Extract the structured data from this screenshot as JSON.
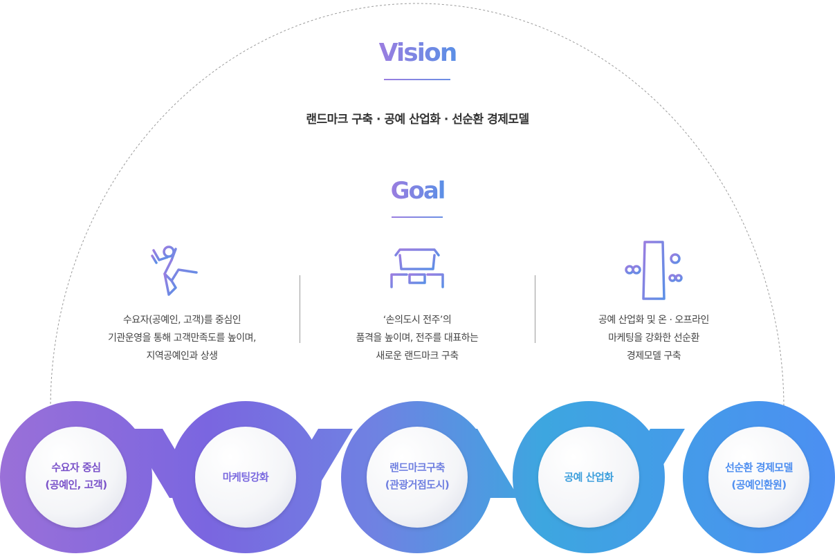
{
  "vision": {
    "title": "Vision",
    "statement": "랜드마크 구축 · 공예 산업화 · 선순환 경제모델"
  },
  "goal": {
    "title": "Goal",
    "items": [
      {
        "icon": "athlete-icon",
        "text": "수요자(공예인, 고객)를 중심인\n기관운영을 통해 고객만족도를 높이며,\n지역공예인과 상생"
      },
      {
        "icon": "traditional-gate-icon",
        "text": "‘손의도시 전주’의\n품격을 높이며, 전주를 대표하는\n새로운 랜드마크 구축"
      },
      {
        "icon": "craft-pillar-icon",
        "text": "공예 산업화 및 온 · 오프라인\n마케팅을 강화한 선순환\n경제모델 구축"
      }
    ]
  },
  "chain": {
    "nodes": [
      {
        "label": "수요자 중심\n(공예인, 고객)",
        "color": "#7a52c9"
      },
      {
        "label": "마케팅강화",
        "color": "#7b6adf"
      },
      {
        "label": "랜드마크구축\n(관광거점도시)",
        "color": "#6f7fe0"
      },
      {
        "label": "공예 산업화",
        "color": "#3d9fdc"
      },
      {
        "label": "선순환 경제모델\n(공예인환원)",
        "color": "#4f8ff0"
      }
    ]
  }
}
